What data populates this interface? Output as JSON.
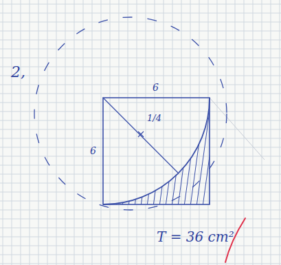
{
  "diagram": {
    "labels": [
      "2,",
      "6",
      "6",
      "1/4",
      "T = 36 cm²"
    ]
  }
}
